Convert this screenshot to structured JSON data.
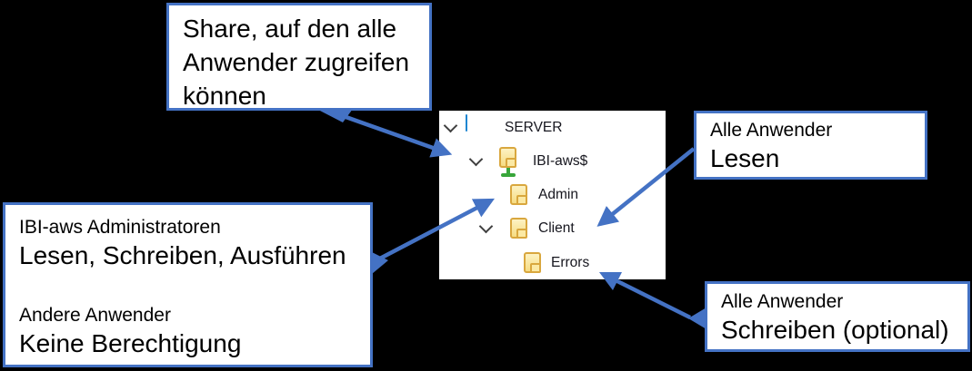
{
  "colors": {
    "background": "#000000",
    "accent_blue": "#4472C4",
    "panel_background": "#FFFFFF",
    "folder_yellow": "#F6DC82",
    "share_green": "#38A63A",
    "text": "#000000"
  },
  "tree": {
    "items": [
      {
        "label": "SERVER",
        "icon": "computer-icon",
        "expanded": true
      },
      {
        "label": "IBI-aws$",
        "icon": "shared-folder-icon",
        "expanded": true
      },
      {
        "label": "Admin",
        "icon": "folder-icon",
        "expanded": false
      },
      {
        "label": "Client",
        "icon": "folder-icon",
        "expanded": true
      },
      {
        "label": "Errors",
        "icon": "folder-icon",
        "expanded": false
      }
    ]
  },
  "callouts": {
    "share": {
      "lines": [
        "Share, auf den alle",
        "Anwender zugreifen",
        "können"
      ],
      "points_to": "IBI-aws$"
    },
    "admin_folder": {
      "sections": [
        {
          "title": "IBI-aws Administratoren",
          "permission": "Lesen, Schreiben, Ausführen"
        },
        {
          "title": "Andere Anwender",
          "permission": "Keine Berechtigung"
        }
      ],
      "points_to": "Admin"
    },
    "client_folder": {
      "title": "Alle Anwender",
      "permission": "Lesen",
      "points_to": "Client"
    },
    "errors_folder": {
      "title": "Alle Anwender",
      "permission": "Schreiben (optional)",
      "points_to": "Errors"
    }
  }
}
